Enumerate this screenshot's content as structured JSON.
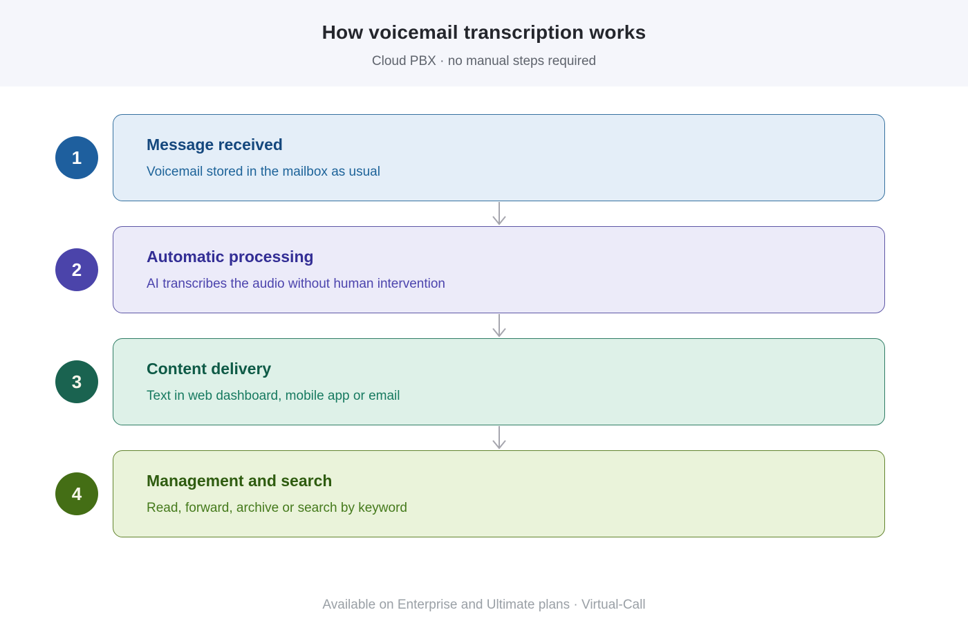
{
  "header": {
    "title": "How voicemail transcription works",
    "subtitle": "Cloud PBX · no manual steps required",
    "bg": "#f5f6fb"
  },
  "steps": [
    {
      "number": "1",
      "title": "Message received",
      "description": "Voicemail stored in the mailbox as usual",
      "colors": {
        "circle": "#1e5f9e",
        "circle_text": "#ffffff",
        "card_bg": "#e4eef8",
        "border": "#36719f",
        "title": "#14477d",
        "description": "#1d6399"
      }
    },
    {
      "number": "2",
      "title": "Automatic processing",
      "description": "AI transcribes the audio without human intervention",
      "colors": {
        "circle": "#4b44aa",
        "circle_text": "#ffffff",
        "card_bg": "#ecebf9",
        "border": "#5d56a5",
        "title": "#332e95",
        "description": "#4c44ad"
      }
    },
    {
      "number": "3",
      "title": "Content delivery",
      "description": "Text in web dashboard, mobile app or email",
      "colors": {
        "circle": "#1a6350",
        "circle_text": "#f7f6ea",
        "card_bg": "#def1e8",
        "border": "#2e7c64",
        "title": "#0e5a46",
        "description": "#177a60"
      }
    },
    {
      "number": "4",
      "title": "Management and search",
      "description": "Read, forward, archive or search by keyword",
      "colors": {
        "circle": "#446e15",
        "circle_text": "#f7f6ea",
        "card_bg": "#eaf3da",
        "border": "#61832c",
        "title": "#2f5c10",
        "description": "#457a1c"
      }
    }
  ],
  "arrow": {
    "color": "#a6a6ae",
    "icon": "arrow-down-icon"
  },
  "footer": {
    "text": "Available on Enterprise and Ultimate plans · Virtual-Call"
  }
}
